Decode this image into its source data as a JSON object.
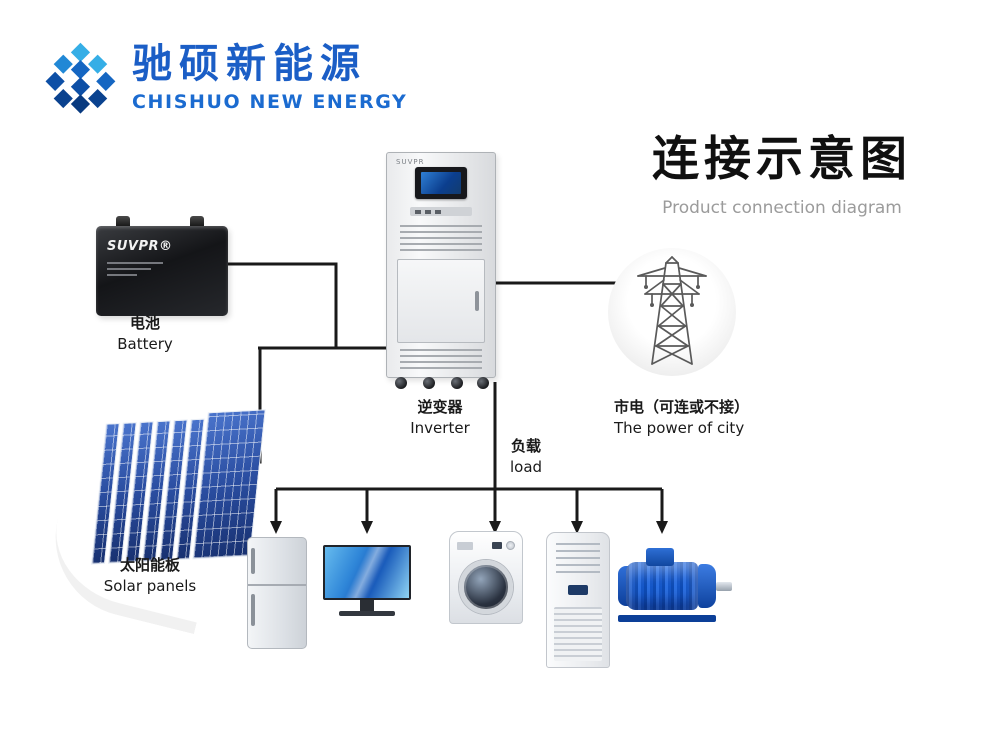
{
  "brand": {
    "logo_icon": "diamond-globe-logo",
    "name_cn": "驰硕新能源",
    "name_en": "CHISHUO NEW ENERGY"
  },
  "title": {
    "heading": "连接示意图",
    "subheading": "Product connection diagram"
  },
  "nodes": {
    "battery": {
      "label_cn": "电池",
      "label_en": "Battery",
      "device_brand": "SUVPR®"
    },
    "solar": {
      "label_cn": "太阳能板",
      "label_en": "Solar panels"
    },
    "inverter": {
      "label_cn": "逆变器",
      "label_en": "Inverter",
      "device_brand": "SUVPR"
    },
    "city_power": {
      "label_cn": "市电（可连或不接）",
      "label_en": "The power of city"
    },
    "load": {
      "label_cn": "负载",
      "label_en": "load"
    }
  },
  "appliances": [
    {
      "name": "refrigerator"
    },
    {
      "name": "computer-monitor"
    },
    {
      "name": "washing-machine"
    },
    {
      "name": "air-conditioner"
    },
    {
      "name": "electric-motor"
    }
  ],
  "connections": [
    "battery → inverter",
    "solar-panels → inverter",
    "inverter → city-power",
    "inverter → load → appliances"
  ],
  "colors": {
    "brand_blue": "#1b5ec6",
    "title_black": "#101010",
    "subtitle_gray": "#9b9b9b",
    "wire_black": "#1a1a1a",
    "solar_panel_blue": "#2a4da0",
    "motor_blue": "#1557c8"
  }
}
